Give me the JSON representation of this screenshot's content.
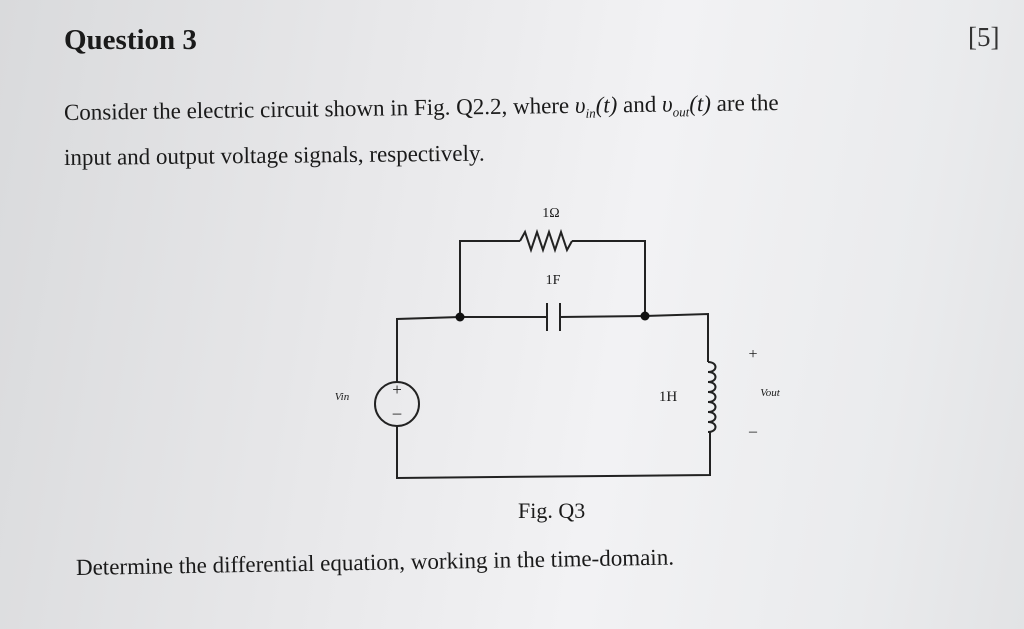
{
  "question": {
    "title": "Question 3",
    "marks": "[5]",
    "line1_prefix": "Consider the electric circuit shown in Fig. Q2.2, where ",
    "v_in_symbol": "υ",
    "v_in_sub": "in",
    "t_arg": "(t)",
    "and_word": " and ",
    "v_out_symbol": "υ",
    "v_out_sub": "out",
    "line1_suffix": " are the",
    "line2": "input and output voltage signals, respectively.",
    "task": "Determine the differential equation, working in the time-domain."
  },
  "figure": {
    "caption": "Fig. Q3",
    "resistor_label": "1Ω",
    "capacitor_label": "1F",
    "inductor_label": "1H",
    "source_label": "Vin",
    "source_plus": "+",
    "source_minus": "–",
    "output_label": "Vout",
    "output_plus": "+",
    "output_minus": "–"
  }
}
